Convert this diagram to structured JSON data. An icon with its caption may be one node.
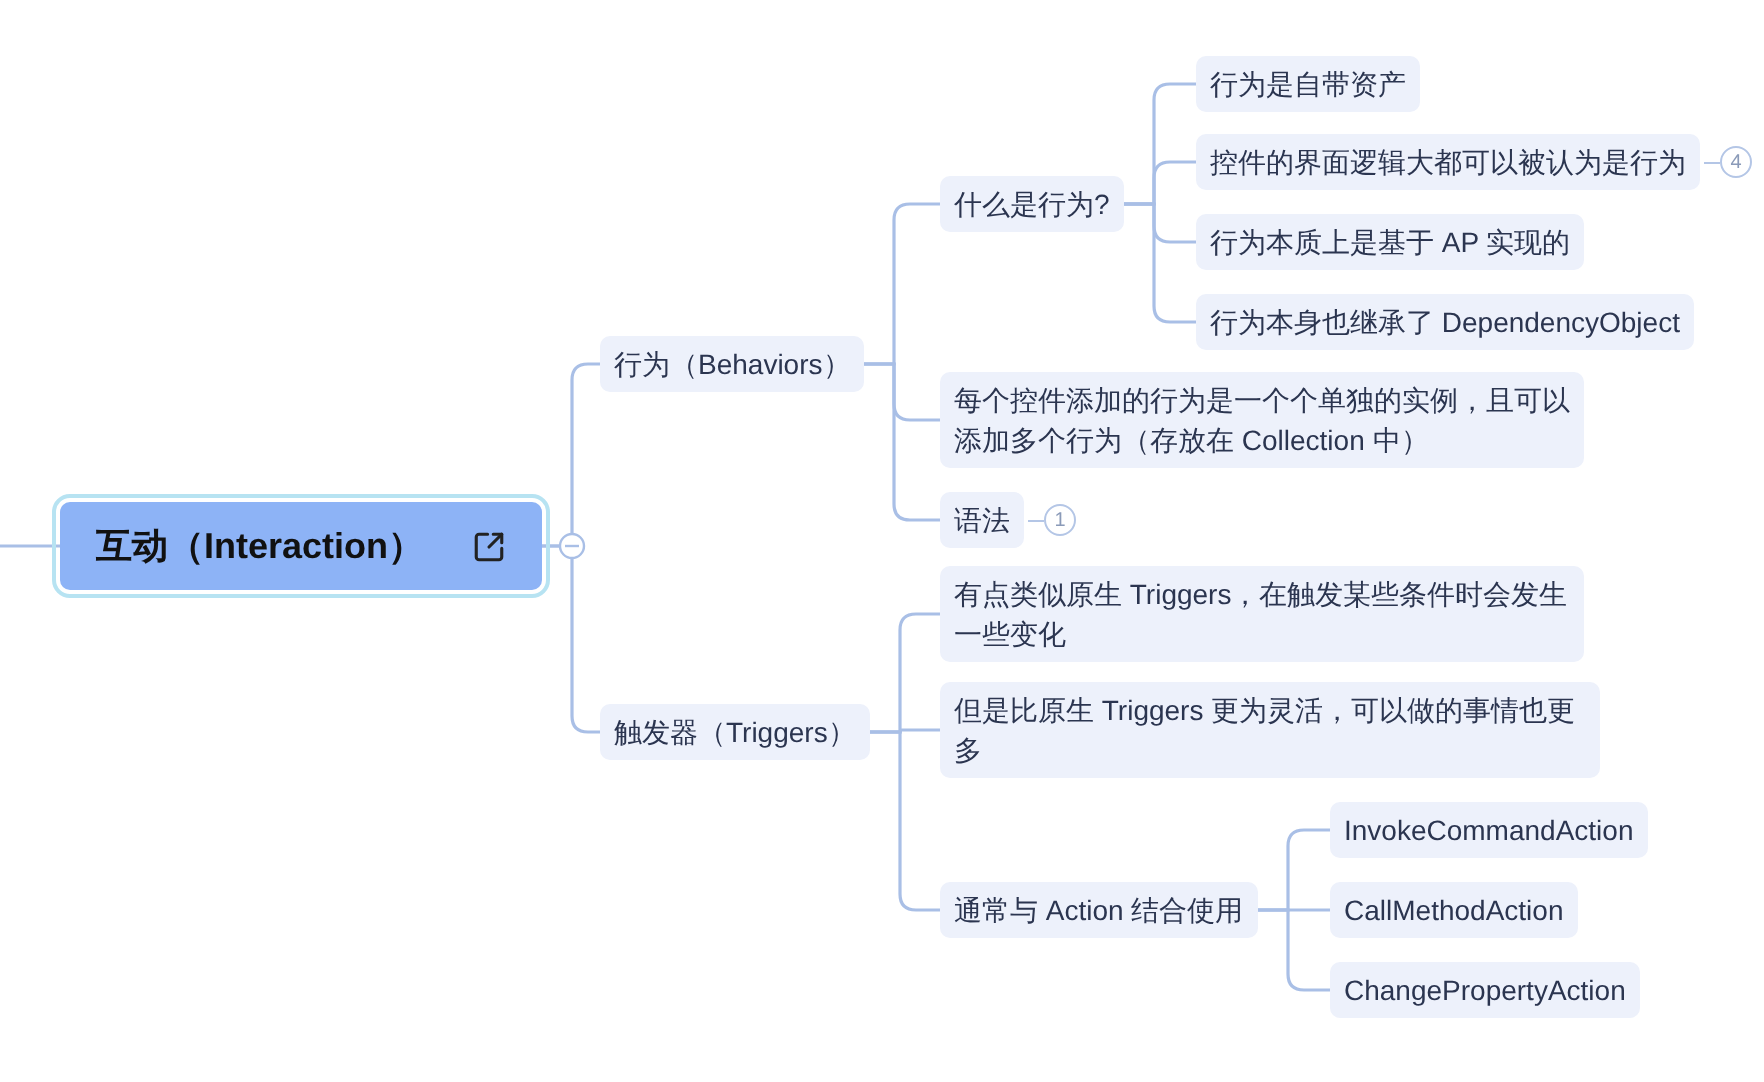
{
  "diagram": {
    "nodes": [
      {
        "text": [
          "互动（Interaction）"
        ]
      },
      {
        "text": [
          "行为（Behaviors）"
        ]
      },
      {
        "text": [
          "什么是行为?"
        ]
      },
      {
        "text": [
          "行为是自带资产"
        ]
      },
      {
        "text": [
          "控件的界面逻辑大都可以被认为是行为"
        ],
        "beside": [
          "4"
        ]
      },
      {
        "text": [
          "行为本质上是基于 AP 实现的"
        ]
      },
      {
        "text": [
          "行为本身也继承了 DependencyObject"
        ]
      },
      {
        "text": [
          "每个控件添加的行为是一个个单独的实例，且可以添加多个行为（存放在 Collection 中）"
        ]
      },
      {
        "text": [
          "语法"
        ],
        "beside": [
          "1"
        ]
      },
      {
        "text": [
          "触发器（Triggers）"
        ]
      },
      {
        "text": [
          "有点类似原生 Triggers，在触发某些条件时会发生一些变化"
        ]
      },
      {
        "text": [
          "但是比原生 Triggers 更为灵活，可以做的事情也更多"
        ]
      },
      {
        "text": [
          "通常与 Action 结合使用"
        ]
      },
      {
        "text": [
          "InvokeCommandAction"
        ]
      },
      {
        "text": [
          "CallMethodAction"
        ]
      },
      {
        "text": [
          "ChangePropertyAction"
        ]
      }
    ],
    "edges": [
      {
        "from": null,
        "to": 0,
        "arrow": "none"
      },
      {
        "from": 0,
        "to": 1,
        "arrow": "none"
      },
      {
        "from": 0,
        "to": 9,
        "arrow": "none"
      },
      {
        "from": 1,
        "to": 2,
        "arrow": "none"
      },
      {
        "from": 1,
        "to": 7,
        "arrow": "none"
      },
      {
        "from": 1,
        "to": 8,
        "arrow": "none"
      },
      {
        "from": 2,
        "to": 3,
        "arrow": "none"
      },
      {
        "from": 2,
        "to": 4,
        "arrow": "none"
      },
      {
        "from": 2,
        "to": 5,
        "arrow": "none"
      },
      {
        "from": 2,
        "to": 6,
        "arrow": "none"
      },
      {
        "from": 9,
        "to": 10,
        "arrow": "none"
      },
      {
        "from": 9,
        "to": 11,
        "arrow": "none"
      },
      {
        "from": 9,
        "to": 12,
        "arrow": "none"
      },
      {
        "from": 12,
        "to": 13,
        "arrow": "none"
      },
      {
        "from": 12,
        "to": 14,
        "arrow": "none"
      },
      {
        "from": 12,
        "to": 15,
        "arrow": "none"
      }
    ]
  }
}
